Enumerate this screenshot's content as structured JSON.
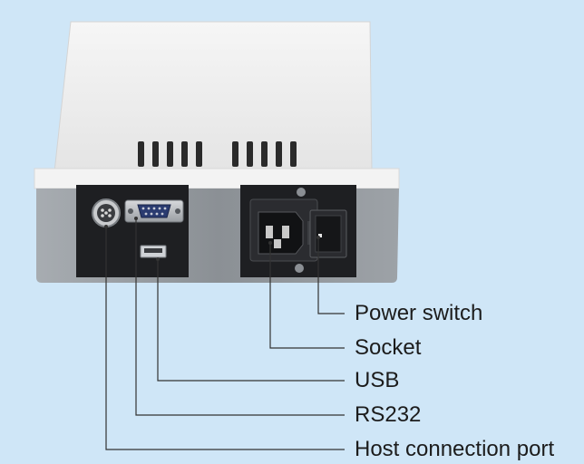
{
  "callouts": [
    {
      "id": "power-switch",
      "label": "Power switch"
    },
    {
      "id": "socket",
      "label": "Socket"
    },
    {
      "id": "usb",
      "label": "USB"
    },
    {
      "id": "rs232",
      "label": "RS232"
    },
    {
      "id": "host-port",
      "label": "Host connection port"
    }
  ],
  "colors": {
    "background": "#cfe6f7",
    "housing_top": "#ececec",
    "housing_front": "#8f9499",
    "panel": "#1e1f22",
    "leader_line": "#333333"
  }
}
